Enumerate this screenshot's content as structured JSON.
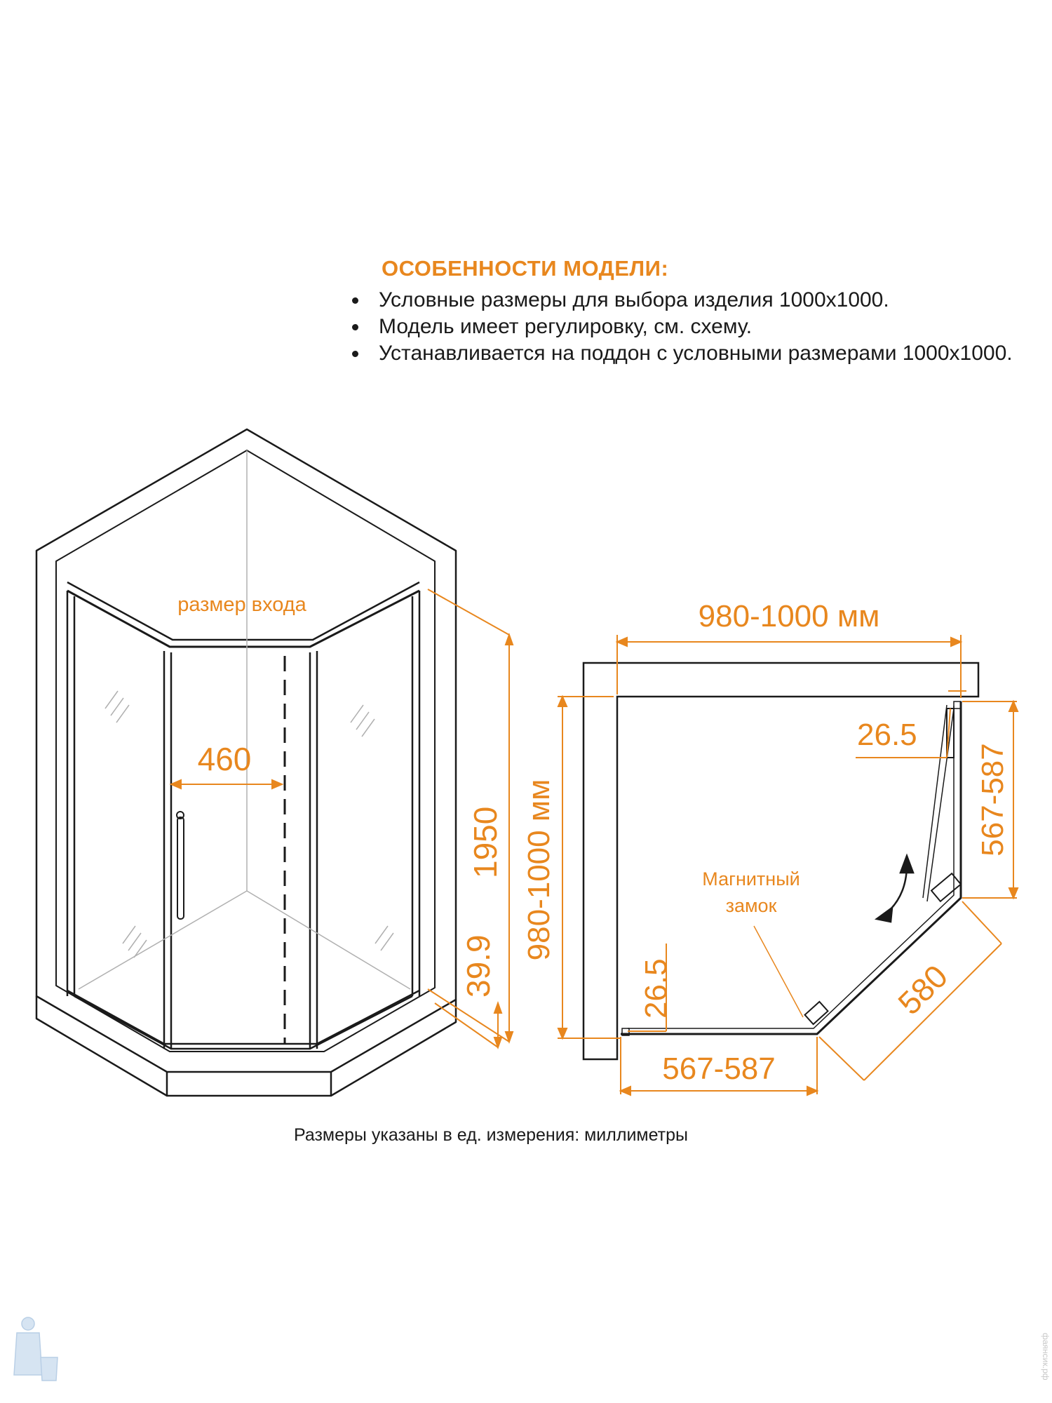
{
  "features": {
    "title": "ОСОБЕННОСТИ МОДЕЛИ:",
    "items": [
      "Условные размеры для выбора изделия 1000х1000.",
      "Модель имеет регулировку, см. схему.",
      "Устанавливается на поддон с условными размерами 1000х1000."
    ]
  },
  "diagram_3d": {
    "entrance_label": "размер входа",
    "entrance_width": "460",
    "height": "1950",
    "tray_height": "39.9"
  },
  "diagram_plan": {
    "width": "980-1000 мм",
    "depth": "980-1000 мм",
    "side_right": "567-587",
    "side_bottom": "567-587",
    "diagonal": "580",
    "adjust_top": "26.5",
    "adjust_left": "26.5",
    "magnet_label_1": "Магнитный",
    "magnet_label_2": "замок"
  },
  "footnote": "Размеры указаны в ед. измерения: миллиметры",
  "watermark": "фаянсик.рф",
  "colors": {
    "accent": "#E8871E",
    "line": "#1a1a1a",
    "thin": "#b0b0b0"
  }
}
